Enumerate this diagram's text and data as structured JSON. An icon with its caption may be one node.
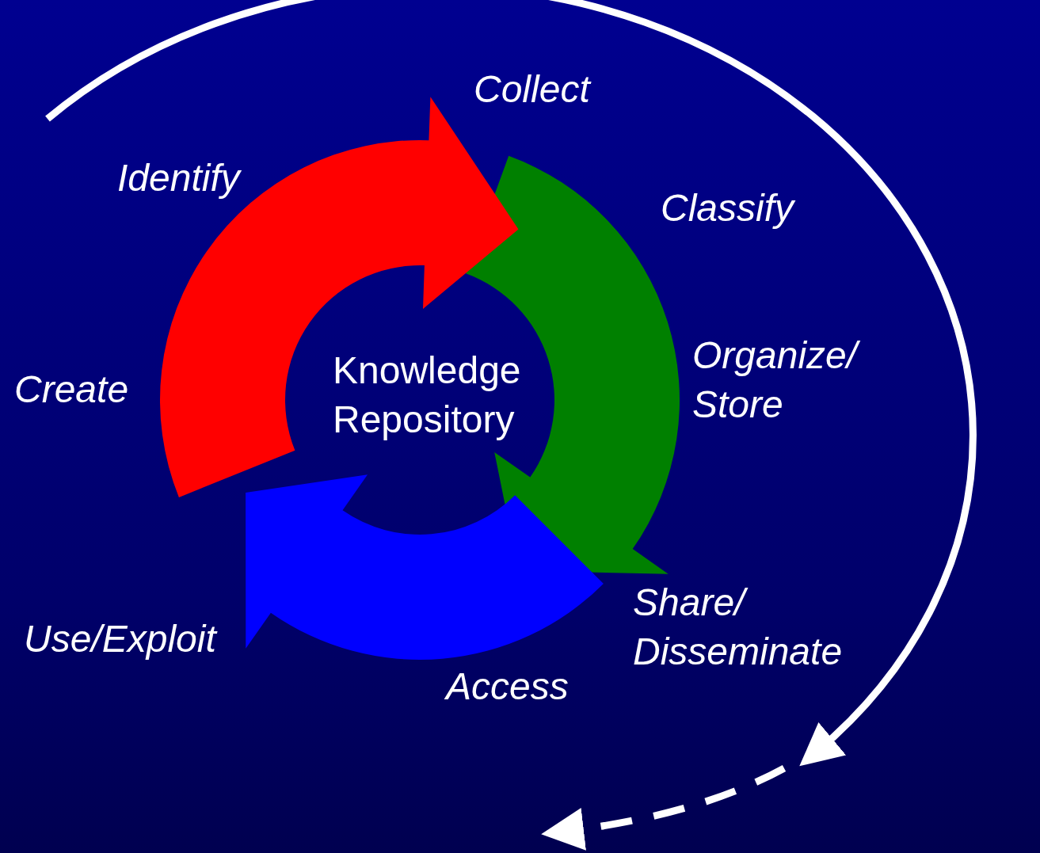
{
  "diagram": {
    "nodes": [
      {
        "text": [
          "Knowledge Repository"
        ]
      }
    ],
    "edges": [],
    "labels": [
      "Collect",
      "Identify",
      "Classify",
      "Organize/ Store",
      "Create",
      "Share/ Disseminate",
      "Use/Exploit",
      "Access"
    ]
  }
}
